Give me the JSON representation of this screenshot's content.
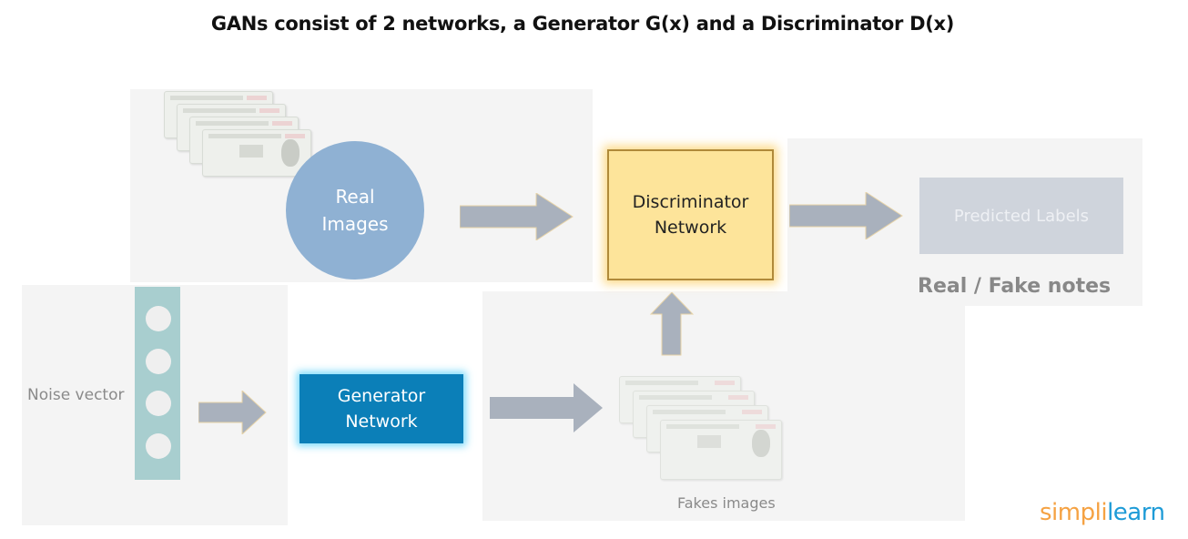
{
  "title": "GANs consist of 2 networks, a Generator G(x) and a Discriminator D(x)",
  "nodes": {
    "real_images": "Real\nImages",
    "real_images_line1": "Real",
    "real_images_line2": "Images",
    "discriminator_line1": "Discriminator",
    "discriminator_line2": "Network",
    "predicted_labels": "Predicted Labels",
    "real_fake_caption": "Real / Fake notes",
    "noise_vector": "Noise vector",
    "generator_line1": "Generator",
    "generator_line2": "Network",
    "fake_images_caption": "Fakes images"
  },
  "noise_vector_units": 4,
  "logo": {
    "part1": "simpl",
    "part2": "i",
    "part3": "learn"
  },
  "colors": {
    "real_circle": "#8fb1d3",
    "discriminator_fill": "#fde49a",
    "generator_fill": "#0b7fb8",
    "arrow": "#a9b1bd",
    "logo_orange": "#f5a243",
    "logo_blue": "#1e9bd7"
  },
  "icons": {
    "real_notes": "currency-notes-stack-icon",
    "fake_notes": "currency-notes-stack-icon",
    "arrows": "right-arrow-icon"
  }
}
